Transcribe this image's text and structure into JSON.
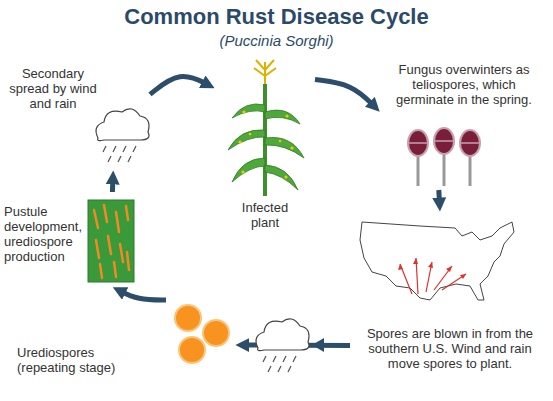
{
  "diagram": {
    "title": "Common Rust Disease Cycle",
    "nodes": [
      {
        "text": [
          "Infected plant"
        ]
      },
      {
        "text": [
          "Fungus overwinters as teliospores, which germinate in the spring."
        ]
      },
      {
        "text": [
          "Spores are blown in from the southern U.S. Wind and rain move spores to plant."
        ]
      },
      {
        "text": [
          "Urediospores (repeating stage)"
        ]
      },
      {
        "text": [
          "Pustule development, urediospore production"
        ]
      },
      {
        "text": [
          "Secondary spread by wind and rain"
        ]
      }
    ],
    "edges": [
      {
        "from": 0,
        "to": 1,
        "arrow": "to"
      },
      {
        "from": 1,
        "to": 2,
        "arrow": "to"
      },
      {
        "from": 2,
        "to": 3,
        "arrow": "to"
      },
      {
        "from": 3,
        "to": 4,
        "arrow": "to"
      },
      {
        "from": 4,
        "to": 5,
        "arrow": "to"
      },
      {
        "from": 5,
        "to": 0,
        "arrow": "to"
      }
    ],
    "labels": [
      "(Puccinia Sorghi)"
    ]
  }
}
